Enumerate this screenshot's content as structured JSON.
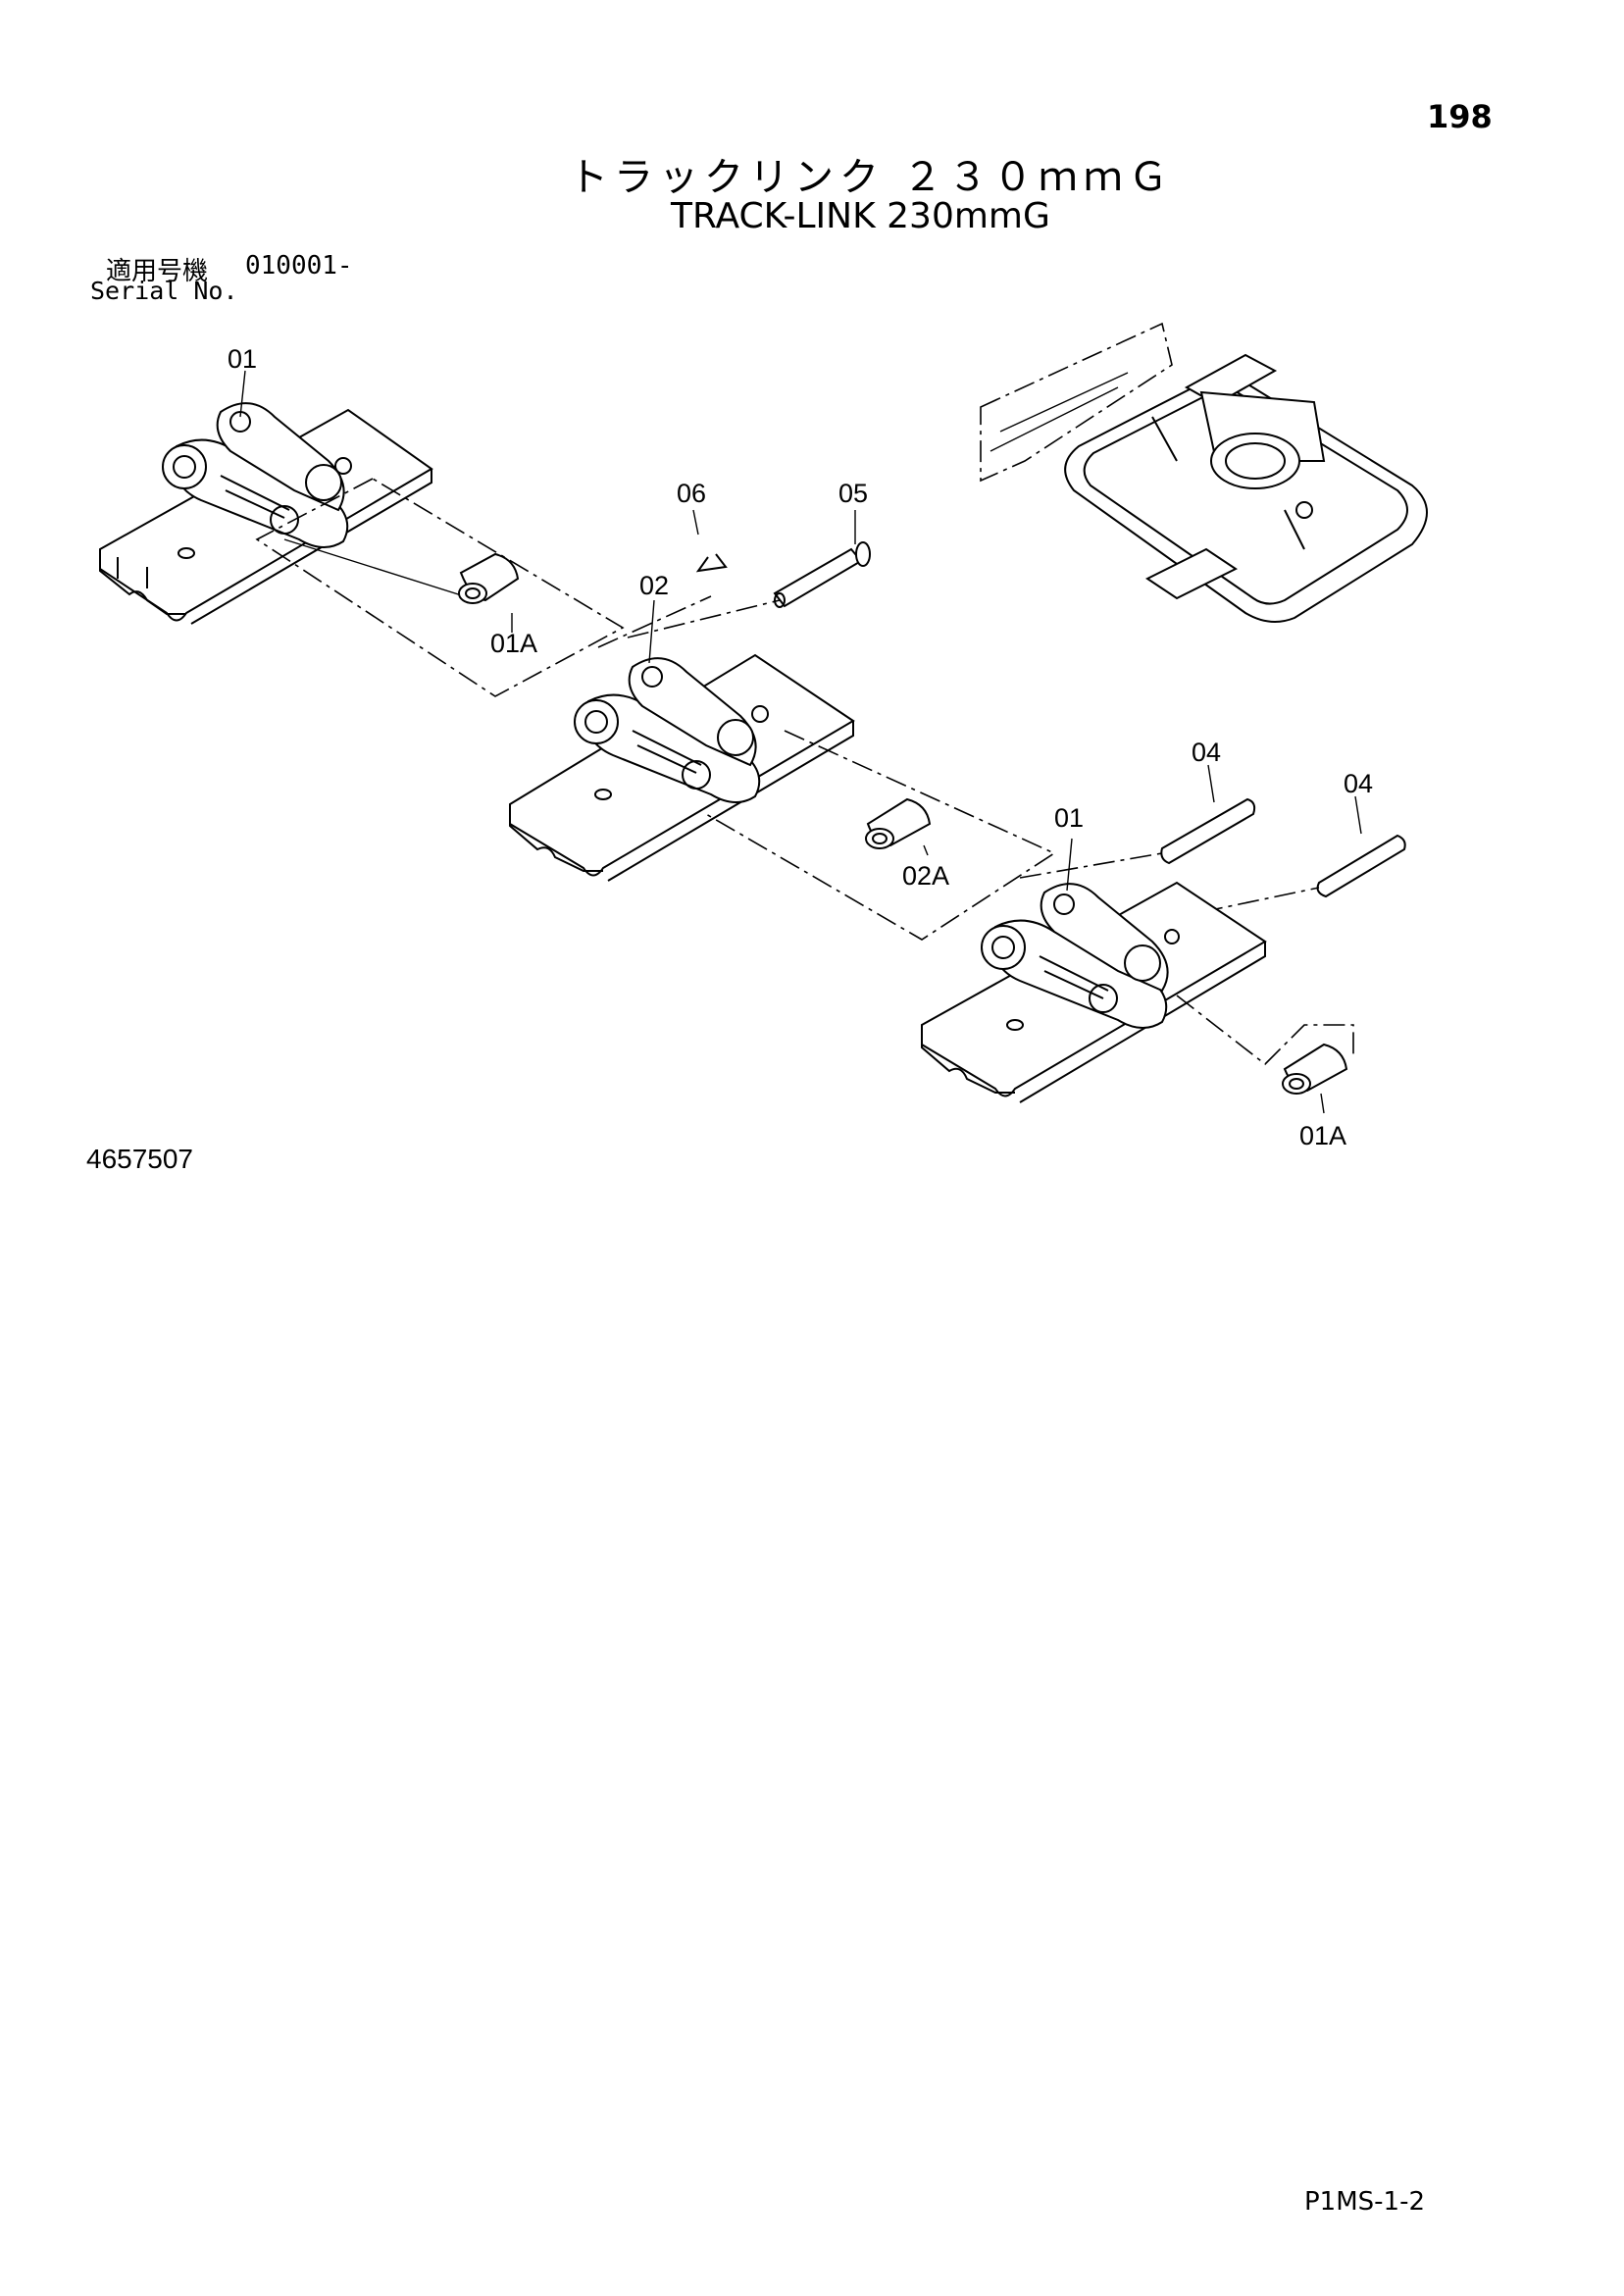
{
  "page_number": "198",
  "title_jp": "トラックリンク ２３０ｍｍＧ",
  "title_en": "TRACK-LINK 230mmG",
  "serial": {
    "label_jp": "適用号機",
    "value": "010001-",
    "label_en": "Serial No."
  },
  "figure_number": "4657507",
  "footer_code": "P1MS-1-2",
  "callouts": {
    "c01_top": "01",
    "c01a_top": "01A",
    "c06": "06",
    "c05": "05",
    "c02": "02",
    "c02a": "02A",
    "c04_a": "04",
    "c04_b": "04",
    "c01_bottom": "01",
    "c01a_bottom": "01A"
  }
}
